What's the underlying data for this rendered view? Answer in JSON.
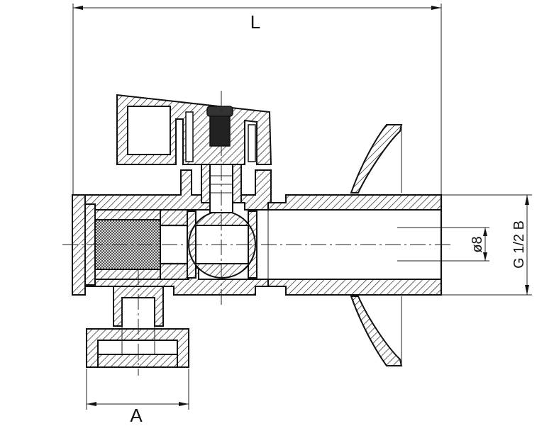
{
  "drawing": {
    "dimensions": {
      "length_label": "L",
      "thread_width_label": "A",
      "bore_label": "ø8",
      "outlet_thread_label": "G 1/2 B"
    }
  }
}
